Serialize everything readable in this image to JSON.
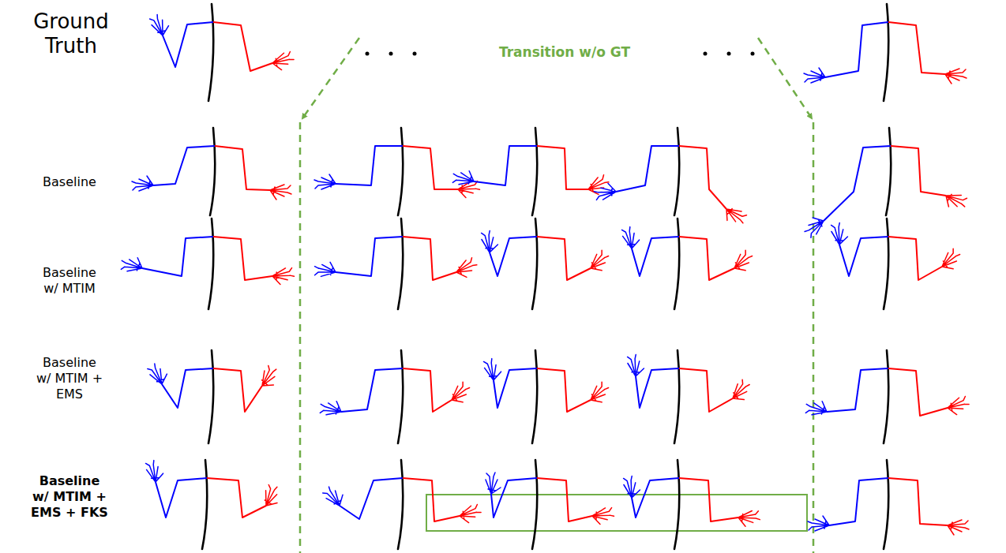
{
  "diagram": {
    "labels": [
      "Ground Truth",
      "Transition w/o GT",
      "Baseline",
      "Baseline w/ MTIM",
      "Baseline w/ MTIM + EMS",
      "Baseline w/ MTIM + EMS + FKS"
    ]
  }
}
